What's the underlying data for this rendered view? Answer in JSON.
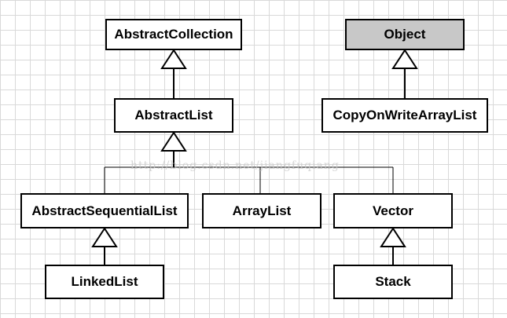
{
  "classes": {
    "abstract_collection": "AbstractCollection",
    "object": "Object",
    "abstract_list": "AbstractList",
    "copy_on_write_array_list": "CopyOnWriteArrayList",
    "abstract_sequential_list": "AbstractSequentialList",
    "array_list": "ArrayList",
    "vector": "Vector",
    "linked_list": "LinkedList",
    "stack": "Stack"
  },
  "watermark": "http://blog.csdn.net/jiangfuqiang",
  "colors": {
    "object_fill": "#c8c8c8",
    "grid": "#d9d9d9"
  }
}
